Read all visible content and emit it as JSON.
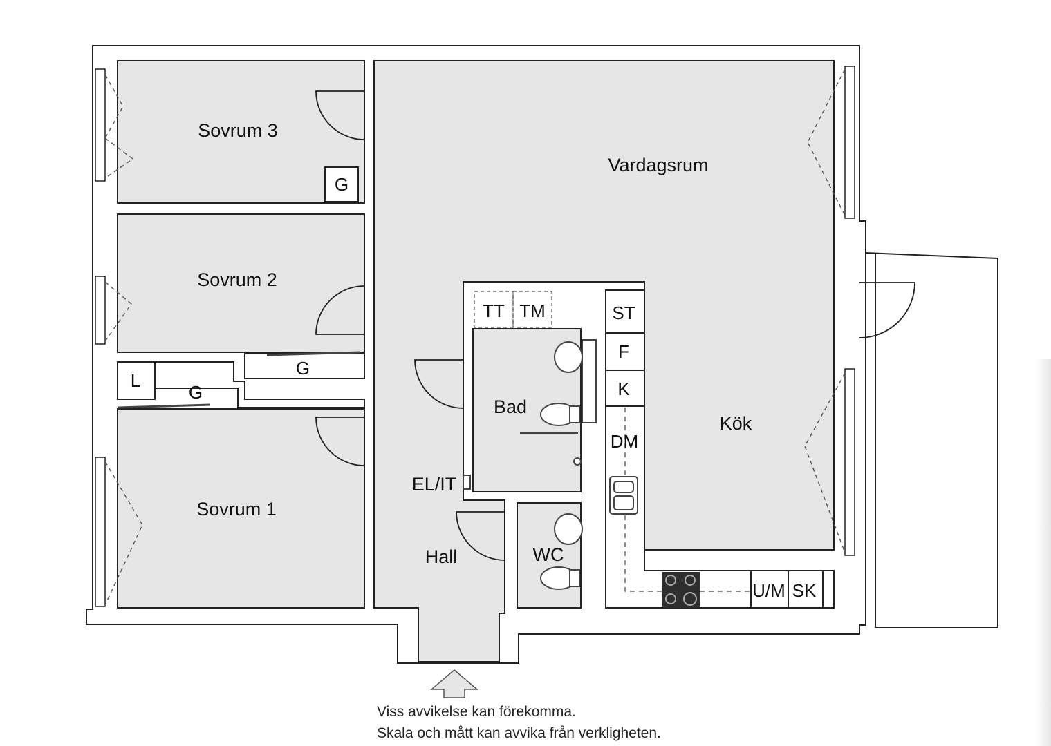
{
  "rooms": {
    "sovrum3": "Sovrum 3",
    "sovrum2": "Sovrum 2",
    "sovrum1": "Sovrum 1",
    "vardagsrum": "Vardagsrum",
    "bad": "Bad",
    "hall": "Hall",
    "wc": "WC",
    "kok": "Kök",
    "elit": "EL/IT"
  },
  "fixtures": {
    "g_sovrum3": "G",
    "g_sovrum2": "G",
    "g_hall": "G",
    "linen": "L",
    "tt": "TT",
    "tm": "TM",
    "st": "ST",
    "f": "F",
    "k": "K",
    "dm": "DM",
    "um": "U/M",
    "sk": "SK"
  },
  "disclaimer": {
    "line1": "Viss avvikelse kan förekomma.",
    "line2": "Skala och mått kan avvika från verkligheten."
  },
  "colors": {
    "floor": "#e6e6e6",
    "wall": "#ffffff",
    "line": "#222222",
    "stove": "#2e2e2e"
  }
}
